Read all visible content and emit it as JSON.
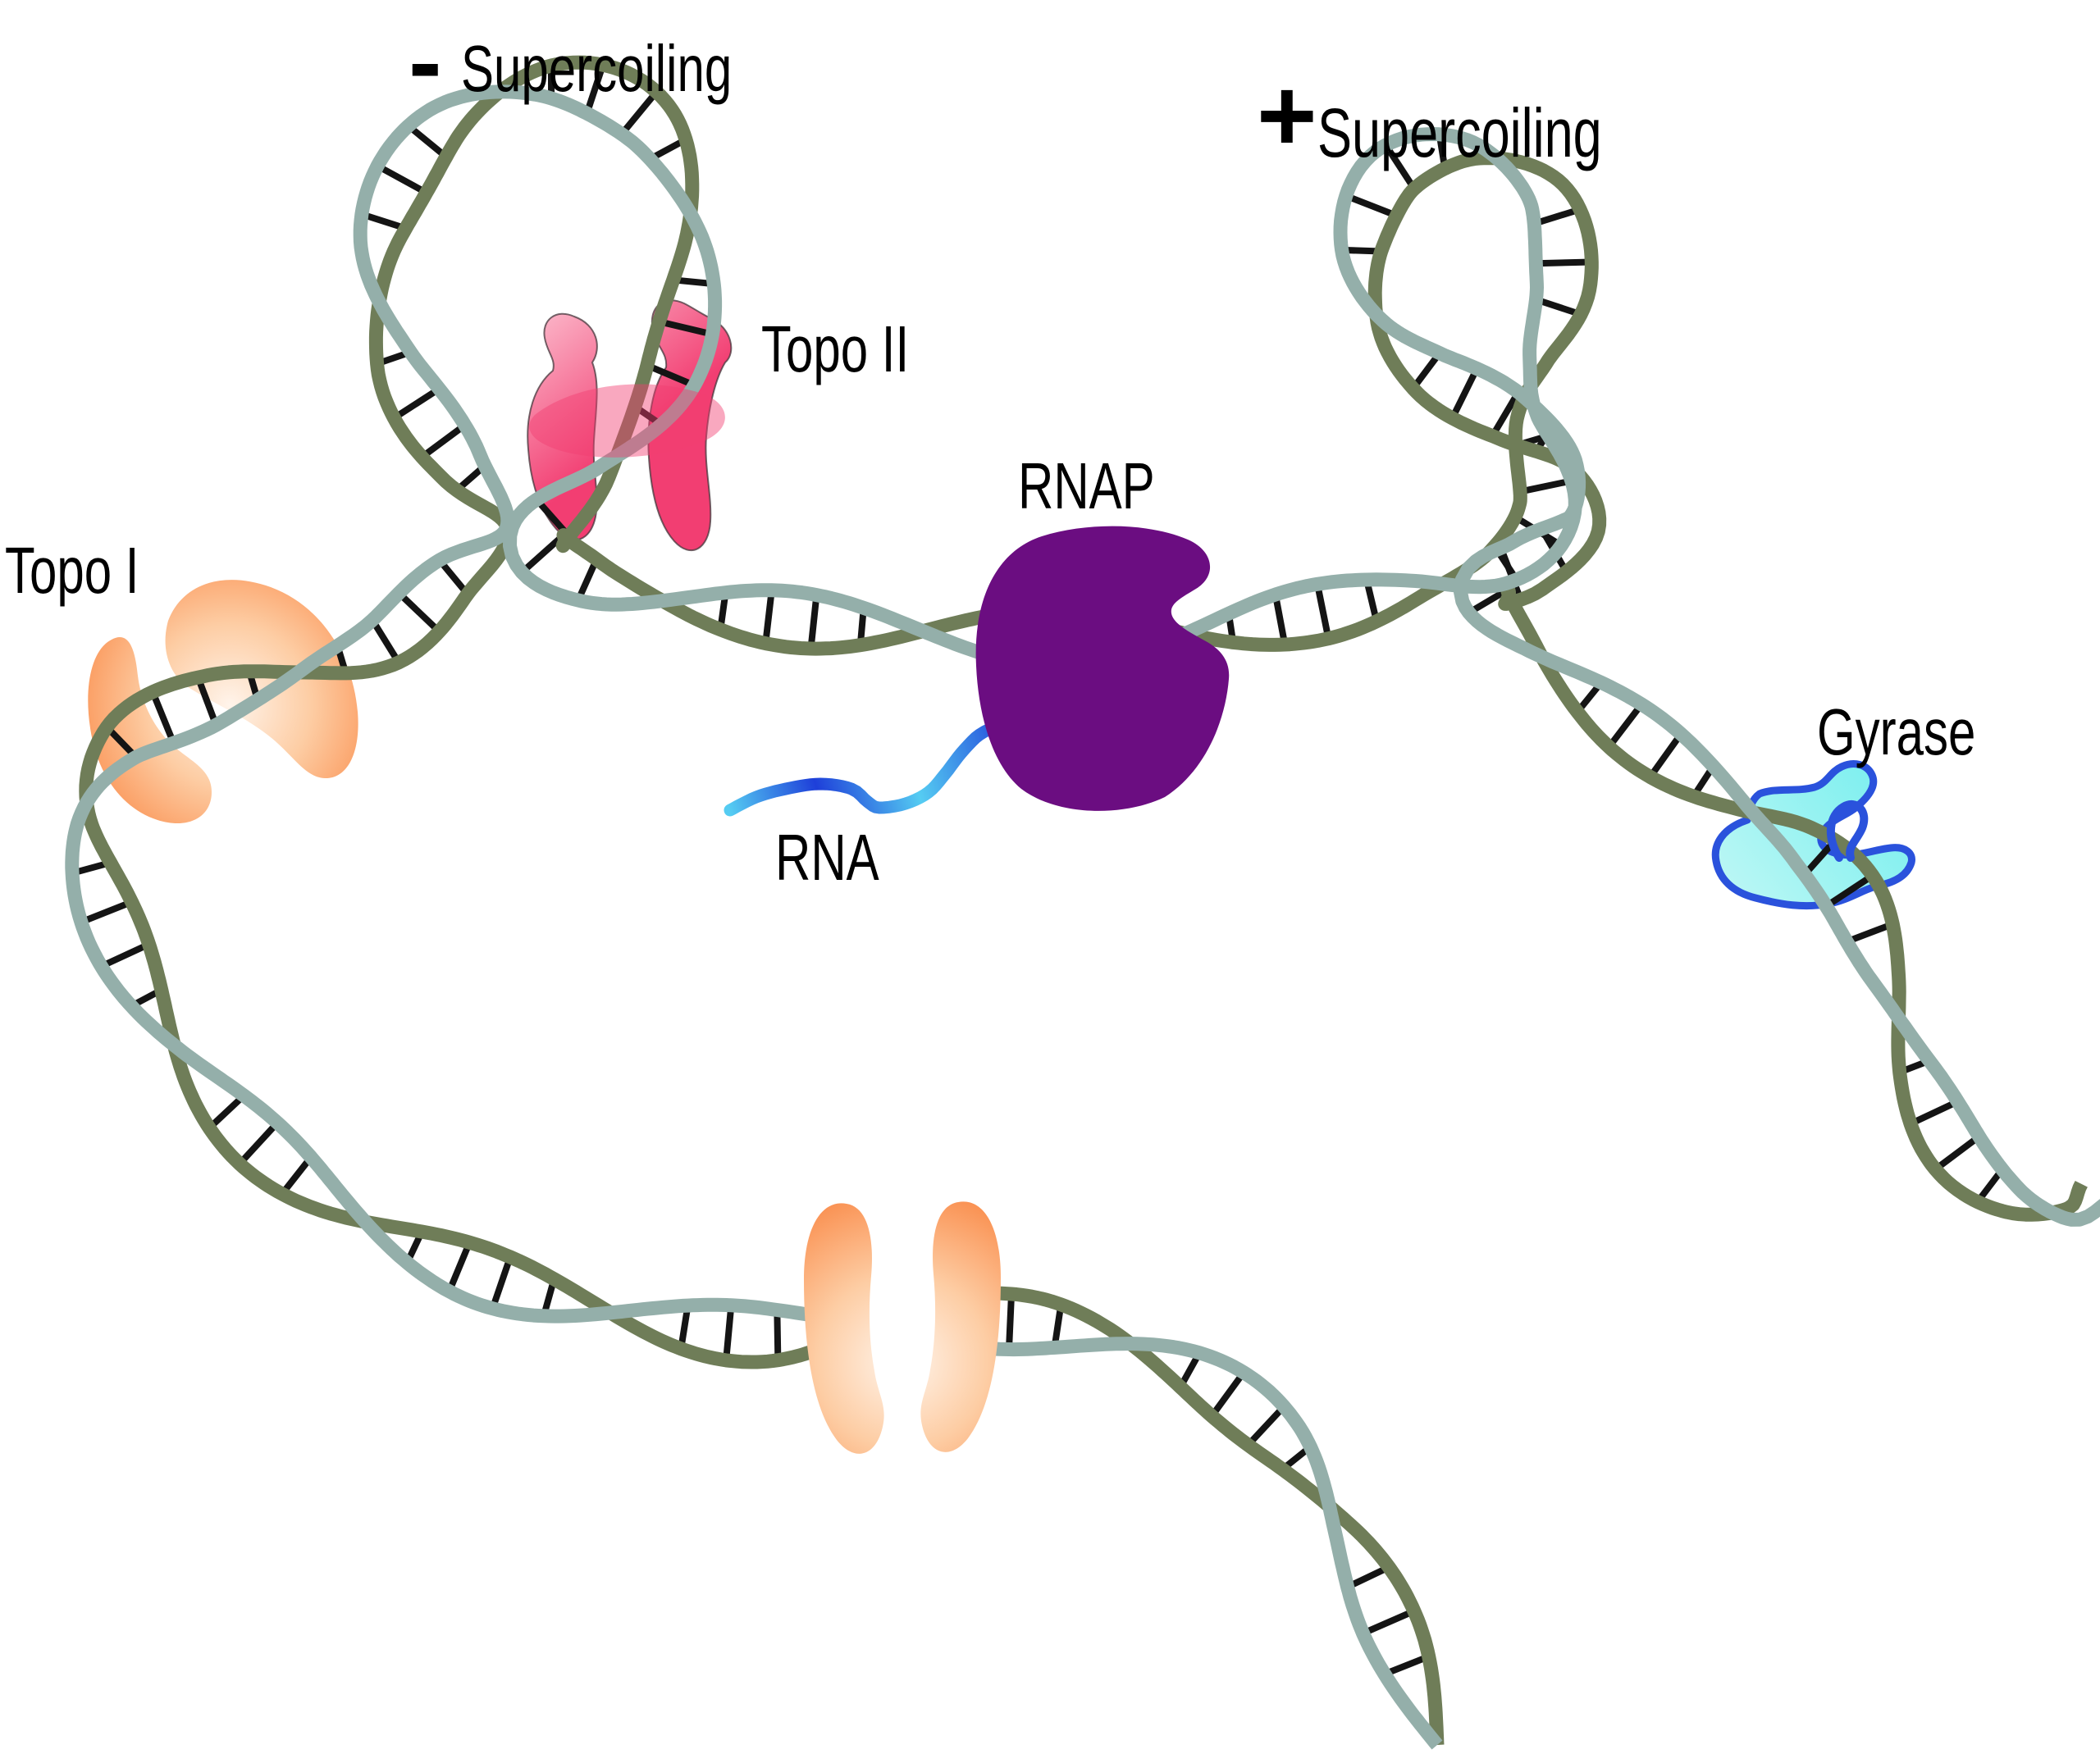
{
  "figure_labels": {
    "negative_supercoiling": {
      "sign": "-",
      "text": "Supercoiling"
    },
    "positive_supercoiling": {
      "sign": "+",
      "text": "Supercoiling"
    },
    "topo_i": "Topo I",
    "topo_ii": "Topo II",
    "rnap": "RNAP",
    "rna": "RNA",
    "gyrase": "Gyrase"
  },
  "colors": {
    "background": "#FFFFFF",
    "text": "#000000",
    "dna_strand_sage": "#94AFAA",
    "dna_strand_olive": "#6F7D58",
    "dna_rung": "#141414",
    "topo_i_orange": "#F97C35",
    "topo_i_orange_light": "#FFF4EB",
    "topo_ii_pink": "#F23E72",
    "topo_ii_pink_light": "#FCC3D2",
    "rnap_purple": "#6B0D81",
    "rna_blue": "#1E3FD9",
    "rna_cyan": "#55CCF2",
    "gyrase_cyan": "#7BEFEF",
    "gyrase_blue": "#2A52DC"
  }
}
